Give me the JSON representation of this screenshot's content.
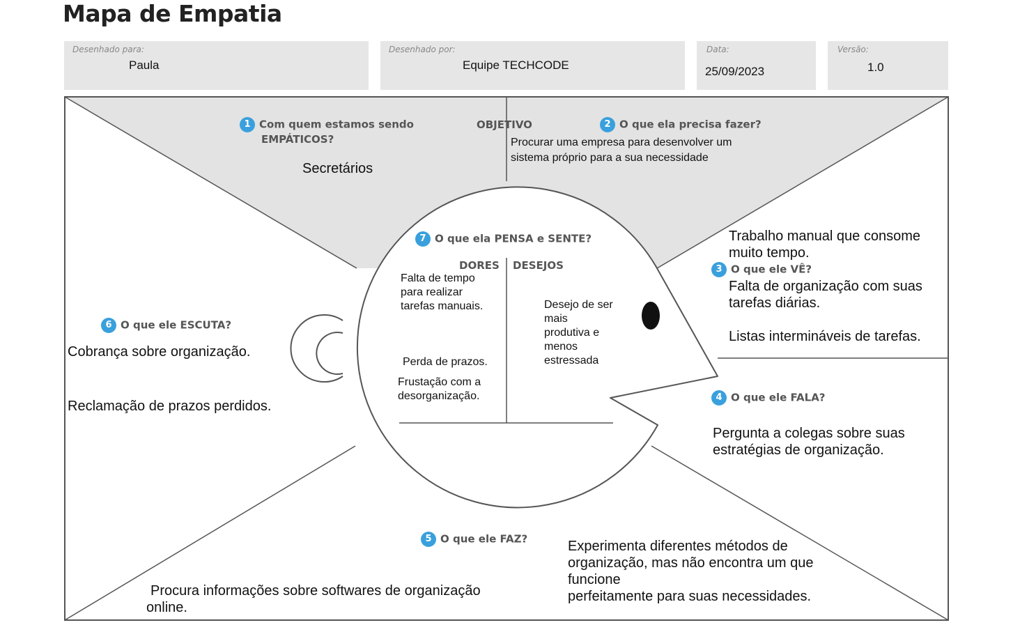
{
  "title": "Mapa de Empatia",
  "header": {
    "drawn_for_label": "Desenhado para:",
    "drawn_for_value": "Paula",
    "drawn_by_label": "Desenhado por:",
    "drawn_by_value": "Equipe TECHCODE",
    "date_label": "Data:",
    "date_value": "25/09/2023",
    "version_label": "Versão:",
    "version_value": "1.0"
  },
  "colors": {
    "gray_region": "#e3e3e3",
    "badge": "#3aa0dd",
    "outline": "#555555"
  },
  "sections": {
    "who": {
      "num": "1",
      "line1": "Com quem estamos sendo",
      "line2": "EMPÁTICOS?",
      "content": "Secretários"
    },
    "objective": {
      "label": "OBJETIVO"
    },
    "need": {
      "num": "2",
      "title": "O que ela precisa fazer?",
      "content": "Procurar uma empresa para desenvolver um sistema próprio para a sua necessidade"
    },
    "sees": {
      "num": "3",
      "title": "O que ele VÊ?",
      "content_top": "Trabalho manual que consome muito tempo.",
      "content_1": "Falta de organização com suas tarefas diárias.",
      "content_2": "Listas intermináveis de tarefas."
    },
    "says": {
      "num": "4",
      "title": "O que ele FALA?",
      "content": "Pergunta a colegas sobre suas estratégias de organização."
    },
    "does": {
      "num": "5",
      "title": "O que ele FAZ?",
      "content_left": "Procura informações sobre softwares de organização online.",
      "content_right_1": "Experimenta diferentes métodos de organização, mas não encontra um que funcione",
      "content_right_2": "perfeitamente para suas necessidades."
    },
    "hears": {
      "num": "6",
      "title": "O que ele ESCUTA?",
      "content_1": "Cobrança sobre organização.",
      "content_2": "Reclamação de prazos perdidos."
    },
    "thinks": {
      "num": "7",
      "title": "O que ela PENSA e SENTE?",
      "pains_label": "DORES",
      "desires_label": "DESEJOS",
      "pain_1": "Falta de tempo para realizar tarefas manuais.",
      "pain_2": "Perda de prazos.",
      "pain_3": "Frustação com a desorganização.",
      "desire_1": "Desejo de ser mais produtiva e menos estressada"
    }
  }
}
